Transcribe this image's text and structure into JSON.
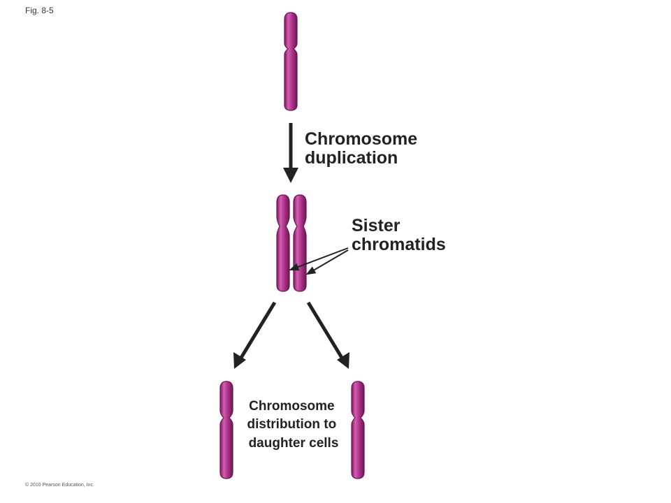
{
  "figure_label": "Fig. 8-5",
  "labels": {
    "duplication": [
      "Chromosome",
      "duplication"
    ],
    "sister_chromatids": [
      "Sister",
      "chromatids"
    ],
    "distribution": [
      "Chromosome",
      "distribution to",
      "daughter cells"
    ]
  },
  "copyright": "© 2010 Pearson Education, Inc.",
  "colors": {
    "chromosome_fill": "#a3287f",
    "chromosome_stroke": "#6b1453",
    "chromosome_highlight": "#d86bb8",
    "arrow": "#222222"
  }
}
